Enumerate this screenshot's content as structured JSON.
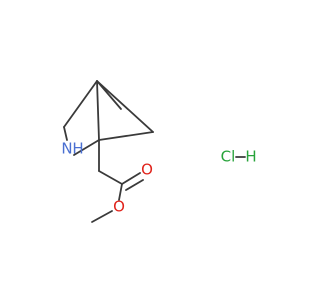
{
  "structure": {
    "atoms": {
      "nitrogen": "N",
      "nitrogen_h": "H",
      "carbonyl_oxygen": "O",
      "ester_oxygen": "O",
      "chlorine": "Cl",
      "hydrogen": "H"
    }
  },
  "colors": {
    "bond": "#3a3a3a",
    "nitrogen": "#4a6fd1",
    "oxygen": "#e0231b",
    "chlorine": "#27a33a"
  }
}
